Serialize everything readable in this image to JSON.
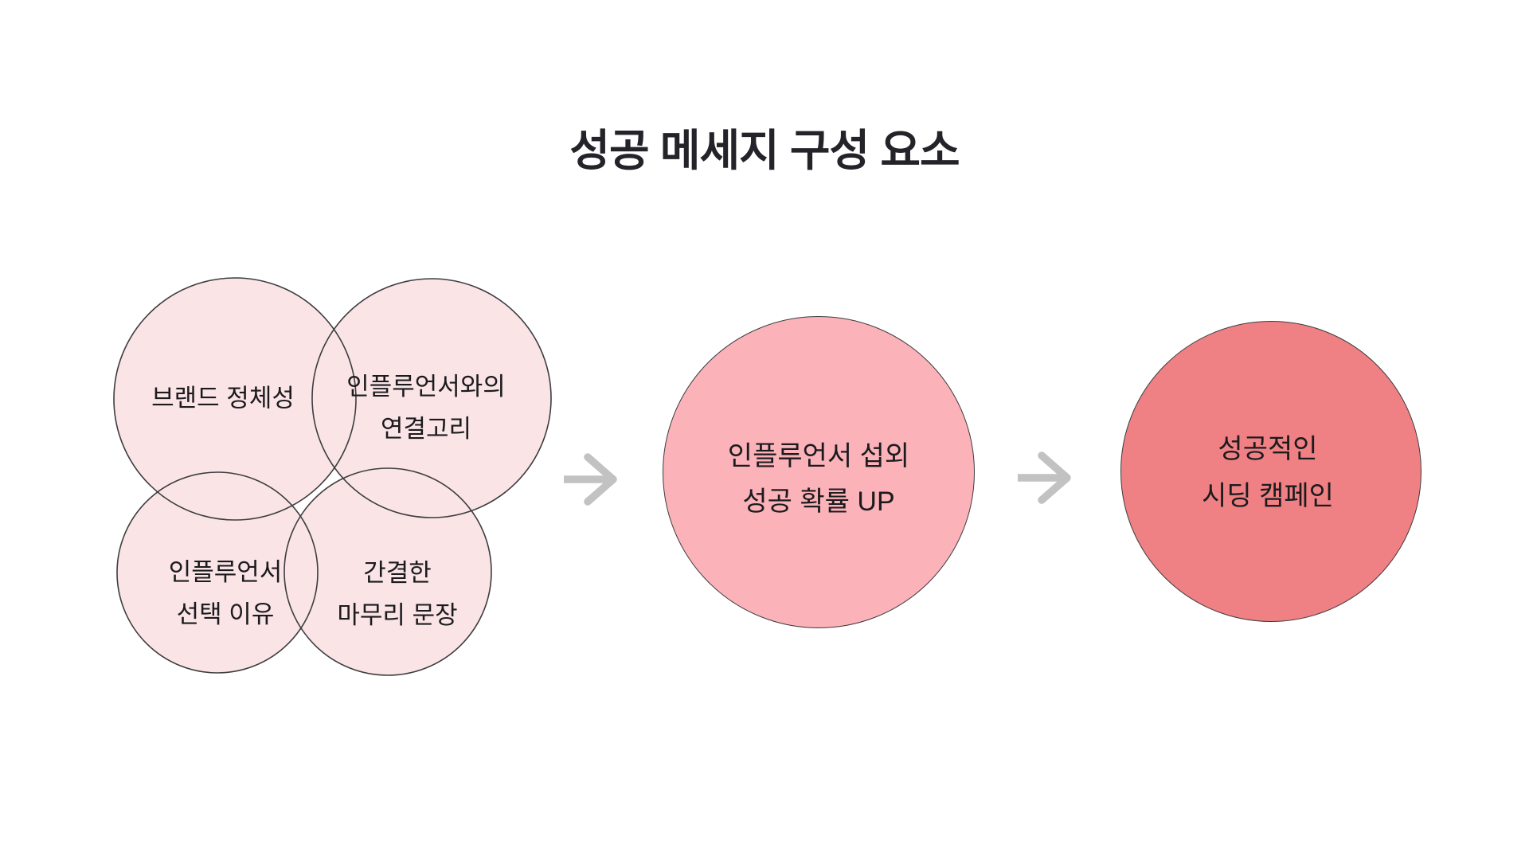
{
  "title": "성공 메세지 구성 요소",
  "colors": {
    "background": "#ffffff",
    "title_text": "#232329",
    "label_text": "#1b1b1e",
    "bubble_light_pink": "#fae4e6",
    "bubble_mid_pink": "#fbb2b9",
    "bubble_coral": "#ef8084",
    "bubble_stroke": "#3d3d3f",
    "arrow_gray": "#c2c2c2"
  },
  "component_bubbles": [
    {
      "id": "brand-identity",
      "line1": "브랜드 정체성",
      "line2": ""
    },
    {
      "id": "influencer-link",
      "line1": "인플루언서와의",
      "line2": "연결고리"
    },
    {
      "id": "selection-reason",
      "line1": "인플루언서",
      "line2": "선택 이유"
    },
    {
      "id": "concise-closing",
      "line1": "간결한",
      "line2": "마무리 문장"
    }
  ],
  "outcome_bubble": {
    "line1": "인플루언서 섭외",
    "line2": "성공 확률 UP"
  },
  "result_bubble": {
    "line1": "성공적인",
    "line2": "시딩 캠페인"
  },
  "icons": {
    "arrow_1": "arrow-right-icon",
    "arrow_2": "arrow-right-icon"
  }
}
